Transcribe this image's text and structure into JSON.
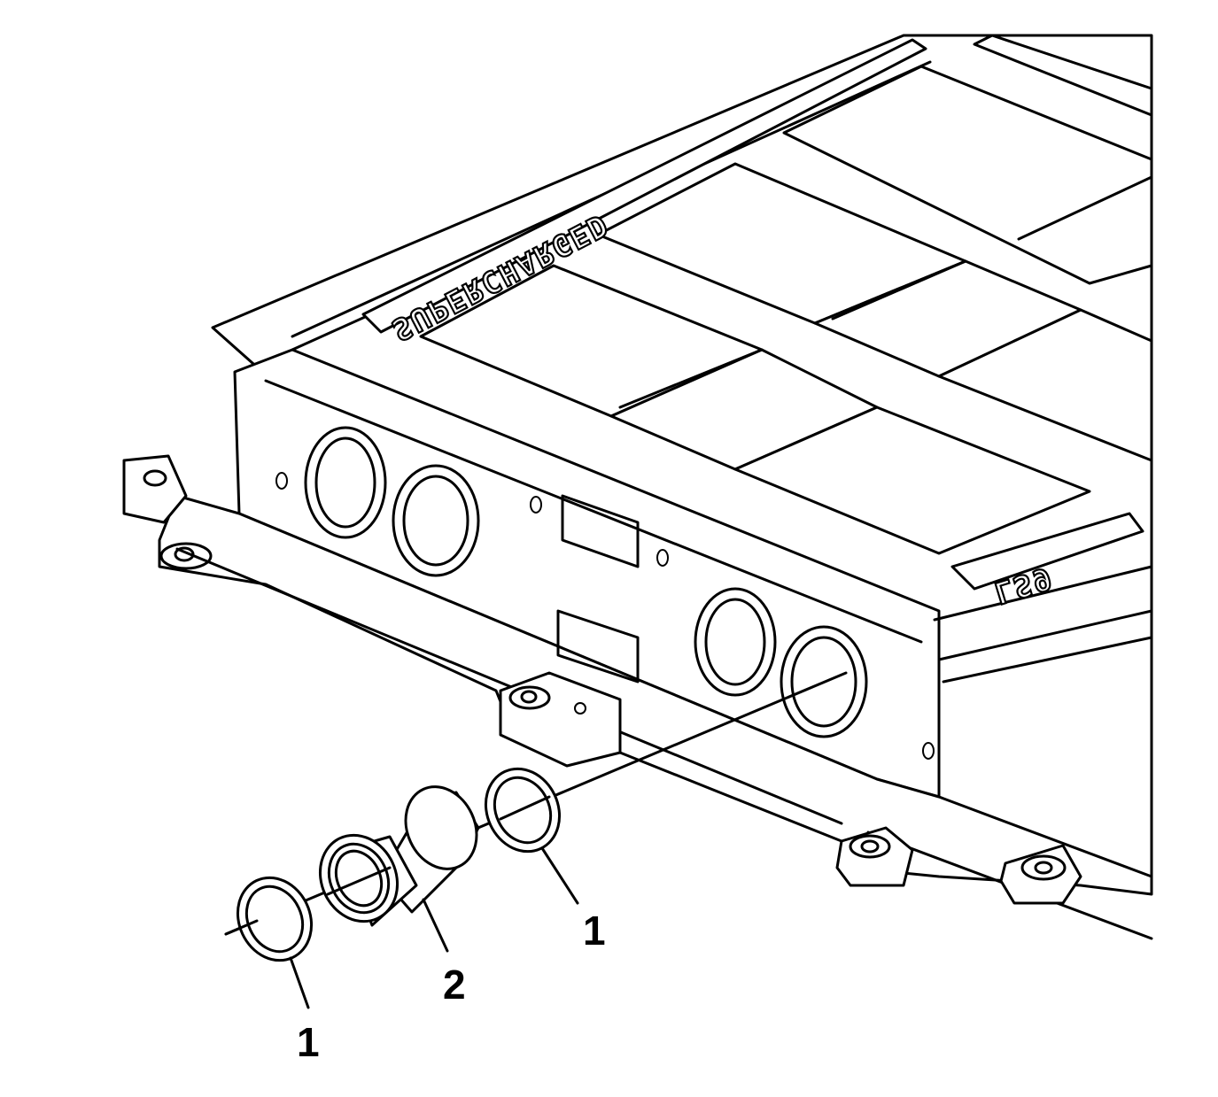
{
  "diagram": {
    "logo_top": "SUPERCHARGED",
    "logo_side": "LS9",
    "callouts": [
      {
        "id": "callout-1-left",
        "label": "1"
      },
      {
        "id": "callout-2",
        "label": "2"
      },
      {
        "id": "callout-1-right",
        "label": "1"
      }
    ]
  }
}
